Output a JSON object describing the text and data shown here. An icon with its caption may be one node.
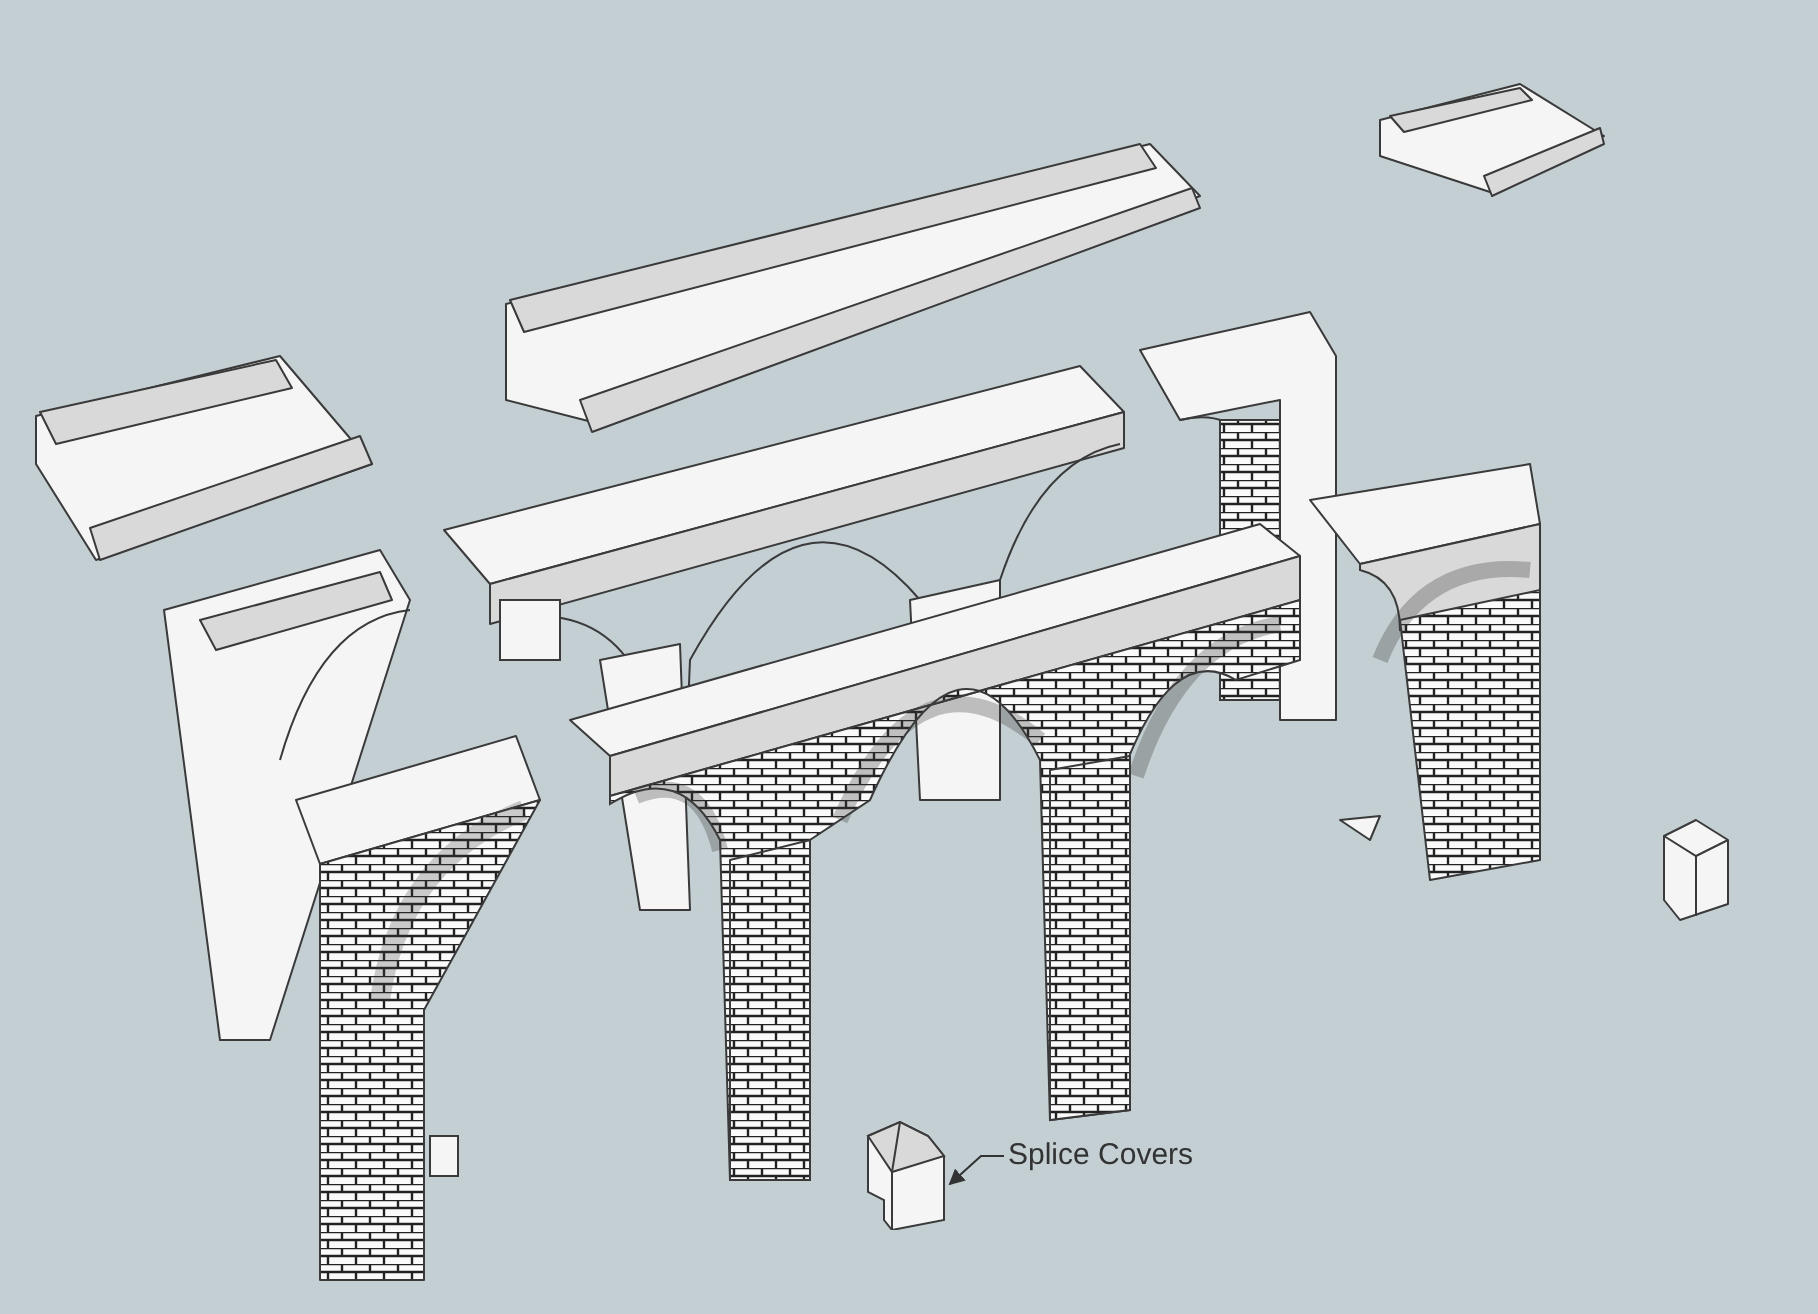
{
  "diagram": {
    "nodes": [
      {
        "text": [
          "Splice Covers"
        ]
      },
      {
        "text": [],
        "shape": "picture"
      }
    ],
    "edges": [
      {
        "from": 0,
        "to": 1,
        "arrow": "to"
      }
    ]
  }
}
